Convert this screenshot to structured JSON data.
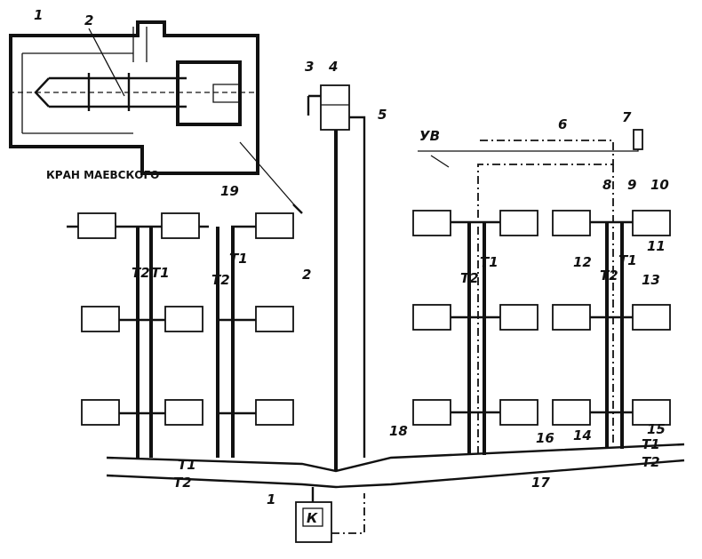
{
  "inset_title": "КРАН МАЕВСКОГО",
  "labels": {
    "n1": "1",
    "n2": "2",
    "n3": "3",
    "n4": "4",
    "n5": "5",
    "n6": "6",
    "n7": "7",
    "n8": "8",
    "n9": "9",
    "n10": "10",
    "n11": "11",
    "n12": "12",
    "n13": "13",
    "n14": "14",
    "n15": "15",
    "n16": "16",
    "n17": "17",
    "n18": "18",
    "n19": "19",
    "uv": "УВ",
    "t1": "Т1",
    "t2": "Т2",
    "boiler": "К"
  }
}
